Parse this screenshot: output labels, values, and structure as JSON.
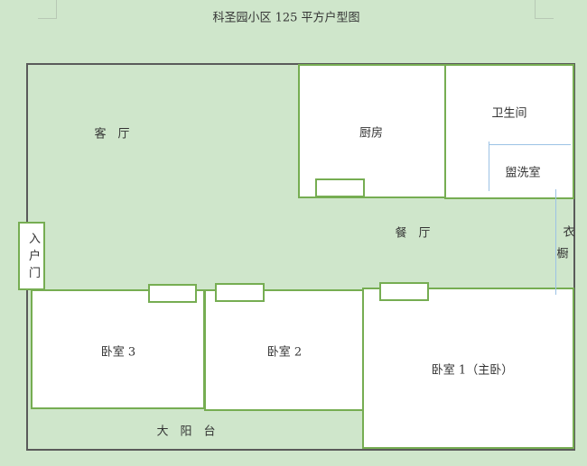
{
  "title": "科圣园小区 125 平方户型图",
  "rooms": {
    "living": "客　厅",
    "kitchen": "厨房",
    "bathroom": "卫生间",
    "washroom": "盥洗室",
    "dining": "餐　厅",
    "wardrobe_1": "衣",
    "wardrobe_2": "橱",
    "entry": "入户门",
    "bedroom3": "卧室 3",
    "bedroom2": "卧室 2",
    "bedroom1": "卧室 1（主卧）",
    "balcony": "大　阳　台"
  }
}
